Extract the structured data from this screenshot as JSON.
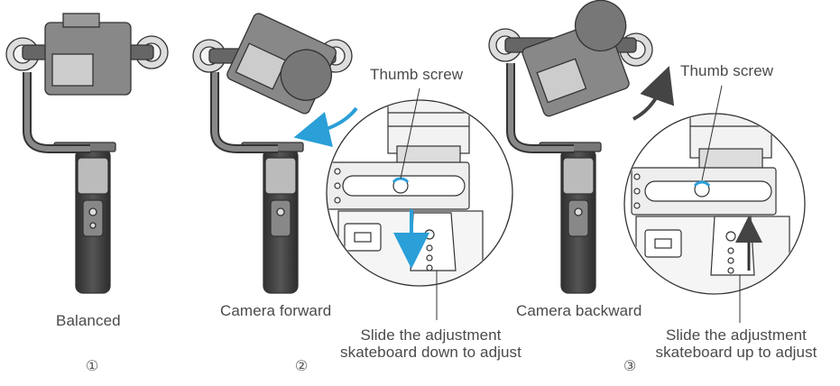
{
  "panels": [
    {
      "caption": "Balanced",
      "step": "①"
    },
    {
      "caption": "Camera forward",
      "step": "②",
      "callout": "Thumb screw",
      "instruction_line1": "Slide the adjustment",
      "instruction_line2": "skateboard down to adjust"
    },
    {
      "caption": "Camera backward",
      "step": "③",
      "callout": "Thumb screw",
      "instruction_line1": "Slide the adjustment",
      "instruction_line2": "skateboard up to adjust"
    }
  ],
  "colors": {
    "arrow": "#2a9fd8",
    "ink": "#333333",
    "gray_arrow": "#444444"
  },
  "icons": [
    "gimbal-illustration",
    "rotation-arrow-icon",
    "slide-arrow-icon",
    "thumb-screw-icon"
  ]
}
